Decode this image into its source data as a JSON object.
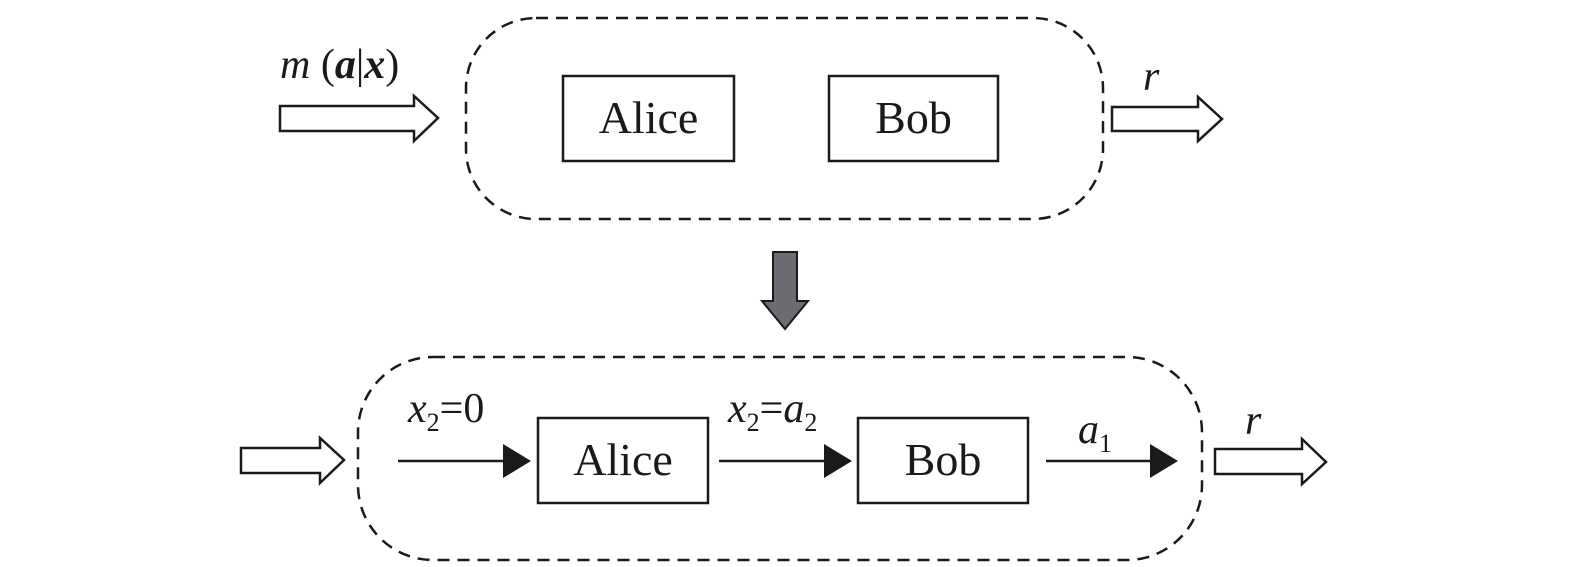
{
  "top_panel": {
    "input_label": {
      "m": "m",
      "open": "(",
      "a": "a",
      "bar": "|",
      "x": "x",
      "close": ")"
    },
    "alice": "Alice",
    "bob": "Bob",
    "output_label": "r"
  },
  "bottom_panel": {
    "edge1": {
      "var": "x",
      "sub": "2",
      "rest": "=0"
    },
    "edge2": {
      "var": "x",
      "sub": "2",
      "eq": "=",
      "var2": "a",
      "sub2": "2"
    },
    "edge3": {
      "var": "a",
      "sub": "1"
    },
    "alice": "Alice",
    "bob": "Bob",
    "output_label": "r"
  },
  "colors": {
    "stroke": "#1a1a1a",
    "down_arrow_fill": "#6b6d72",
    "hollow_fill": "#ffffff"
  }
}
